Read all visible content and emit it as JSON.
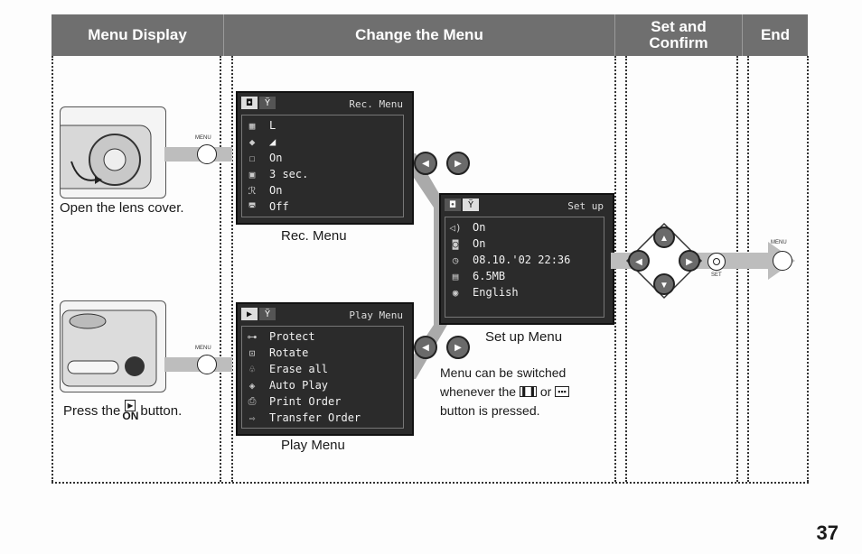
{
  "headers": {
    "menu_display": "Menu Display",
    "change_menu": "Change the Menu",
    "set_confirm_1": "Set and",
    "set_confirm_2": "Confirm",
    "end": "End"
  },
  "rec_menu": {
    "title": "Rec. Menu",
    "rows": [
      {
        "icon": "L-size",
        "value": "L"
      },
      {
        "icon": "quality",
        "value": "◢"
      },
      {
        "icon": "af-assist",
        "value": "On"
      },
      {
        "icon": "review",
        "value": "3 sec."
      },
      {
        "icon": "digital-zoom",
        "value": "On"
      },
      {
        "icon": "stitch",
        "value": "Off"
      }
    ],
    "caption": "Rec. Menu"
  },
  "play_menu": {
    "title": "Play Menu",
    "rows": [
      "Protect",
      "Rotate",
      "Erase all",
      "Auto Play",
      "Print Order",
      "Transfer Order"
    ],
    "caption": "Play Menu"
  },
  "setup_menu": {
    "title": "Set up",
    "rows": [
      "On",
      "On",
      "08.10.'02 22:36",
      "6.5MB",
      "English"
    ],
    "caption": "Set up Menu"
  },
  "captions": {
    "open_lens": "Open the lens cover.",
    "press_pre": "Press the",
    "press_post": "button.",
    "on_label": "ON",
    "switch_1": "Menu can be switched",
    "switch_2": "whenever the",
    "switch_or": "or",
    "switch_3": "button is pressed."
  },
  "labels": {
    "menu": "MENU",
    "set": "SET"
  },
  "page_number": "37"
}
